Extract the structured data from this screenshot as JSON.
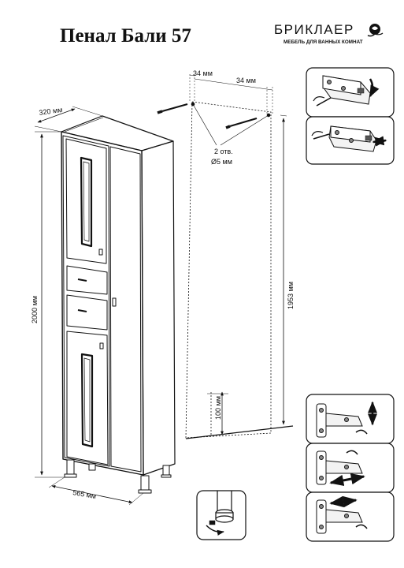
{
  "title": "Пенал Бали 57",
  "brand": {
    "name": "БРИКЛАЕР",
    "tagline": "МЕБЕЛЬ ДЛЯ ВАННЫХ КОМНАТ"
  },
  "dimensions": {
    "depth": "320 мм",
    "height": "2000 мм",
    "width": "565 мм",
    "hole_offset_left": "34 мм",
    "hole_offset_right": "34 мм",
    "mount_height": "1953 мм",
    "floor_offset": "100 мм"
  },
  "holes": {
    "count": "2 отв.",
    "diameter": "Ø5 мм"
  },
  "icons": [
    "shelf-bracket-adjust-icon",
    "shelf-bracket-depth-icon",
    "hinge-vertical-adjust-icon",
    "hinge-lateral-adjust-icon",
    "hinge-depth-adjust-icon",
    "leg-height-adjust-icon"
  ]
}
